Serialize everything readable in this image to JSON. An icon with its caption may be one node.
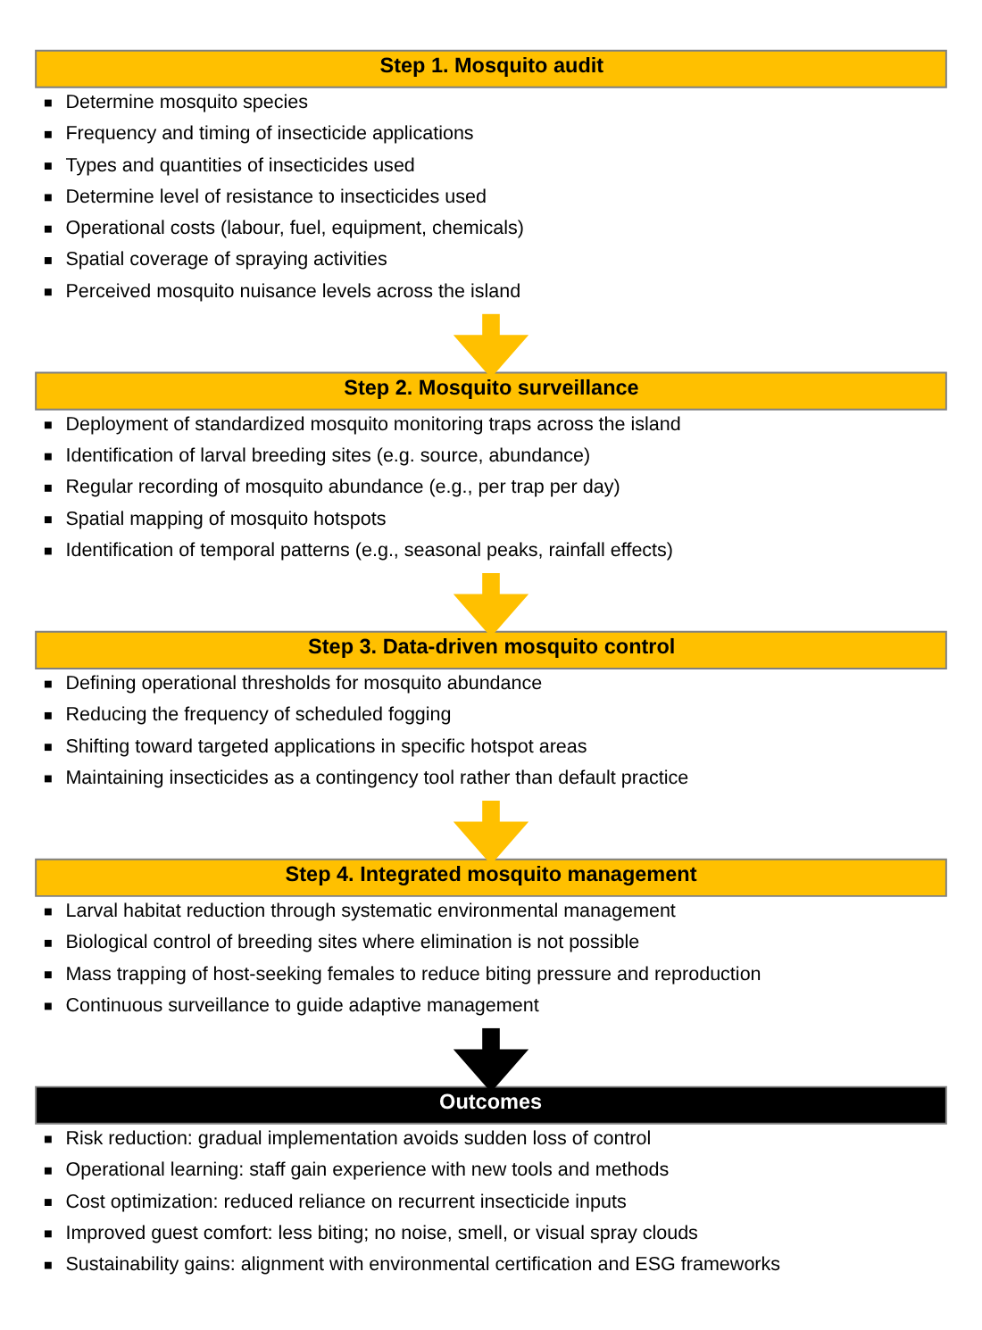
{
  "diagram": {
    "nodes": [
      {
        "text": [
          "Step 1. Mosquito audit",
          "Determine mosquito species",
          "Frequency and timing of insecticide applications",
          "Types and quantities of insecticides used",
          "Determine level of resistance to insecticides used",
          "Operational costs (labour, fuel, equipment, chemicals)",
          "Spatial coverage of spraying activities",
          "Perceived mosquito nuisance levels across the island"
        ]
      },
      {
        "text": [
          "Step 2. Mosquito surveillance",
          "Deployment of standardized mosquito monitoring traps across the island",
          "Identification of larval breeding sites (e.g. source, abundance)",
          "Regular recording of mosquito abundance (e.g., per trap per day)",
          "Spatial mapping of mosquito hotspots",
          "Identification of temporal patterns (e.g., seasonal peaks, rainfall effects)"
        ]
      },
      {
        "text": [
          "Step 3. Data-driven mosquito control",
          "Defining operational thresholds for mosquito abundance",
          "Reducing the frequency of scheduled fogging",
          "Shifting toward targeted applications in specific hotspot areas",
          "Maintaining insecticides as a contingency tool rather than default practice"
        ]
      },
      {
        "text": [
          "Step 4. Integrated mosquito management",
          "Larval habitat reduction through systematic environmental management",
          "Biological control of breeding sites where elimination is not possible",
          "Mass trapping of host-seeking females to reduce biting pressure and reproduction",
          "Continuous surveillance to guide adaptive management"
        ]
      },
      {
        "text": [
          "Outcomes",
          "Risk reduction: gradual implementation avoids sudden loss of control",
          "Operational learning: staff gain experience with new tools and methods",
          "Cost optimization: reduced reliance on recurrent insecticide inputs",
          "Improved guest comfort: less biting; no noise, smell, or visual spray clouds",
          "Sustainability gains: alignment with environmental certification and ESG frameworks"
        ]
      }
    ],
    "edges": [
      {
        "from": 0,
        "to": 1,
        "arrow": "to"
      },
      {
        "from": 1,
        "to": 2,
        "arrow": "to"
      },
      {
        "from": 2,
        "to": 3,
        "arrow": "to"
      },
      {
        "from": 3,
        "to": 4,
        "arrow": "to",
        "color": "#000000"
      }
    ]
  }
}
